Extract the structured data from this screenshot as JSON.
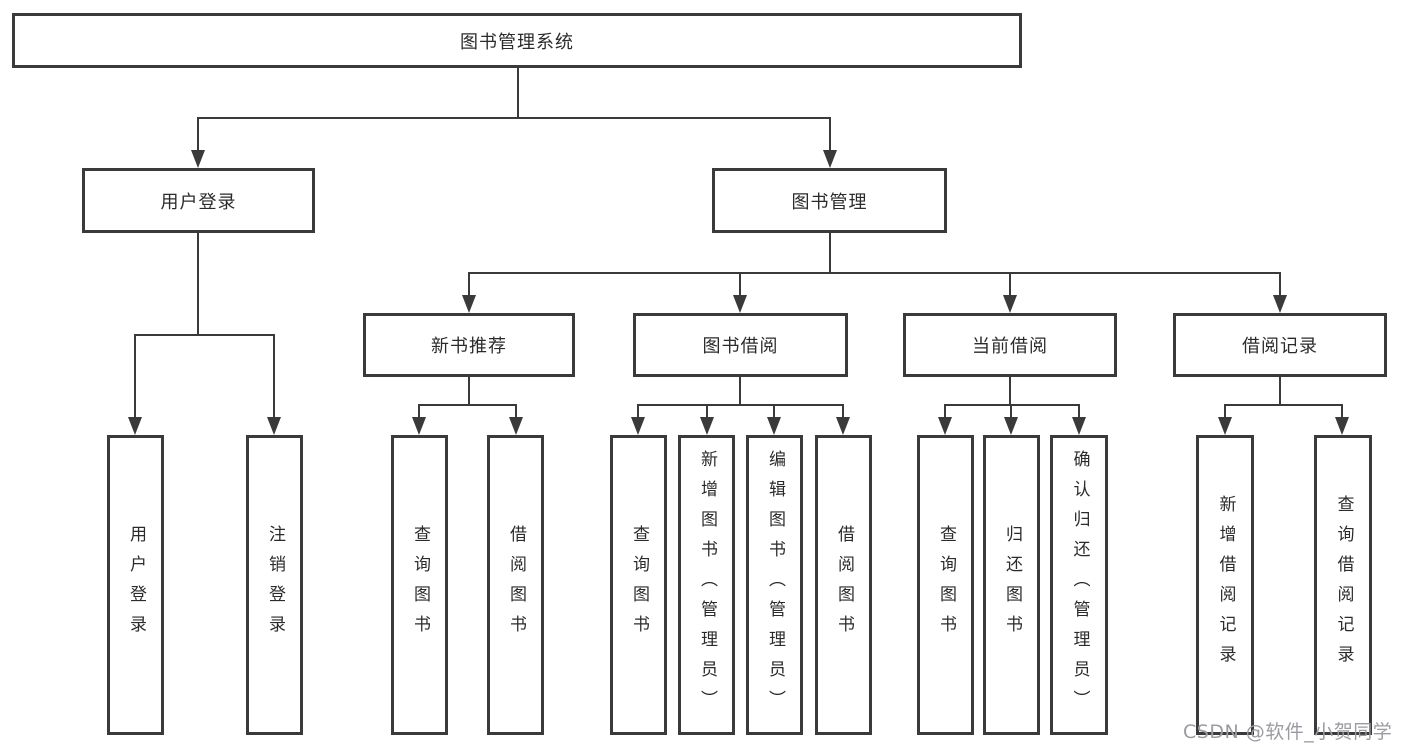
{
  "colors": {
    "line": "#3a3a3a",
    "border": "#3a3a3a",
    "text": "#2b2b2b",
    "watermark": "#9b9ba3",
    "background": "#ffffff"
  },
  "diagram": {
    "root": {
      "label": "图书管理系统"
    },
    "branches": {
      "user_login": {
        "label": "用户登录",
        "children": [
          {
            "label": "用户登录"
          },
          {
            "label": "注销登录"
          }
        ]
      },
      "book_mgmt": {
        "label": "图书管理",
        "children": [
          {
            "label": "新书推荐",
            "children": [
              {
                "label": "查询图书"
              },
              {
                "label": "借阅图书"
              }
            ]
          },
          {
            "label": "图书借阅",
            "children": [
              {
                "label": "查询图书"
              },
              {
                "label": "新增图书（管理员）"
              },
              {
                "label": "编辑图书（管理员）"
              },
              {
                "label": "借阅图书"
              }
            ]
          },
          {
            "label": "当前借阅",
            "children": [
              {
                "label": "查询图书"
              },
              {
                "label": "归还图书"
              },
              {
                "label": "确认归还（管理员）"
              }
            ]
          },
          {
            "label": "借阅记录",
            "children": [
              {
                "label": "新增借阅记录"
              },
              {
                "label": "查询借阅记录"
              }
            ]
          }
        ]
      }
    }
  },
  "watermark": {
    "text": "CSDN @软件_小贺同学"
  }
}
